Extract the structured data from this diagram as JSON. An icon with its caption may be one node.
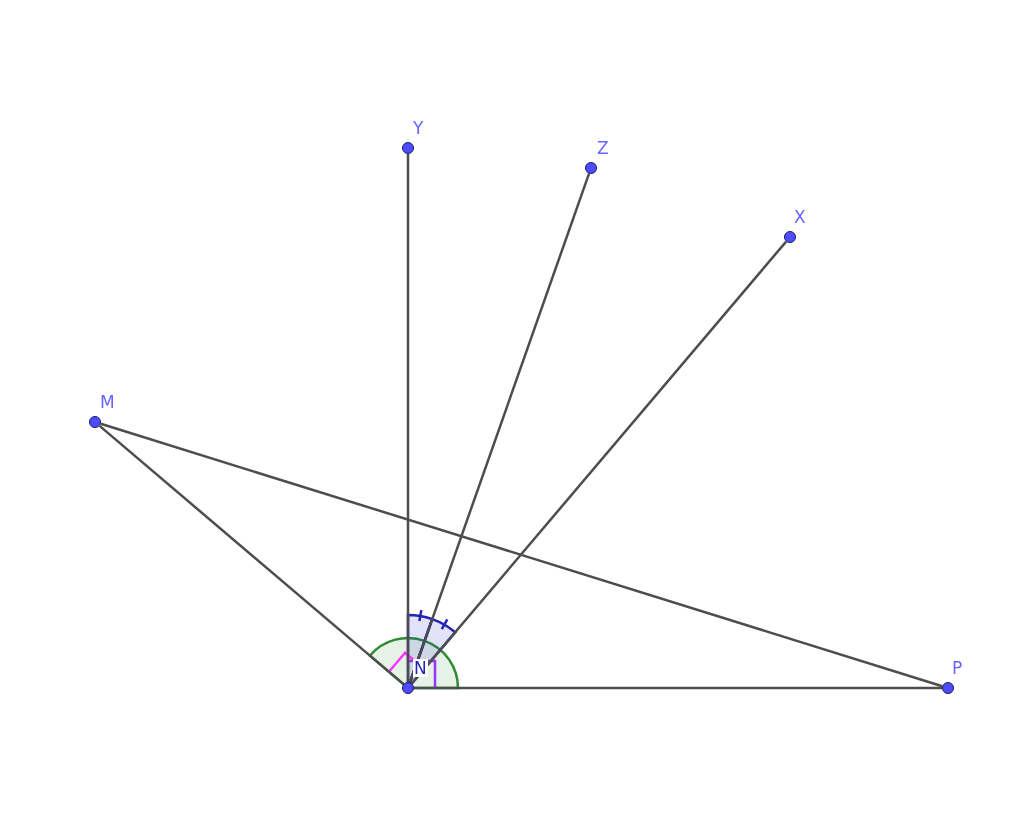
{
  "diagram": {
    "nodes": [
      {
        "text": [
          "Y"
        ]
      },
      {
        "text": [
          "Z"
        ]
      },
      {
        "text": [
          "X"
        ]
      },
      {
        "text": [
          "M"
        ]
      },
      {
        "text": [
          "N"
        ]
      },
      {
        "text": [
          "P"
        ]
      }
    ],
    "edges": [
      {
        "from": 4,
        "to": 0,
        "arrow": "none"
      },
      {
        "from": 4,
        "to": 1,
        "arrow": "none"
      },
      {
        "from": 4,
        "to": 2,
        "arrow": "none"
      },
      {
        "from": 3,
        "to": 4,
        "arrow": "none"
      },
      {
        "from": 3,
        "to": 5,
        "arrow": "none"
      },
      {
        "from": 4,
        "to": 5,
        "arrow": "none"
      }
    ]
  }
}
